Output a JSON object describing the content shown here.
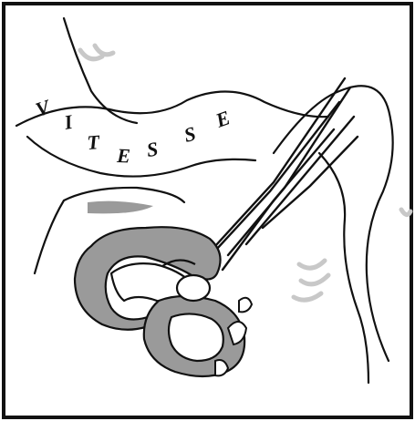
{
  "illustration": {
    "lettering": "VITESSE",
    "letters": [
      "V",
      "I",
      "T",
      "E",
      "S",
      "S",
      "E"
    ],
    "colors": {
      "ink": "#111111",
      "paper": "#ffffff",
      "shade": "#9a9a9a",
      "shade_light": "#c8c8c8"
    }
  }
}
